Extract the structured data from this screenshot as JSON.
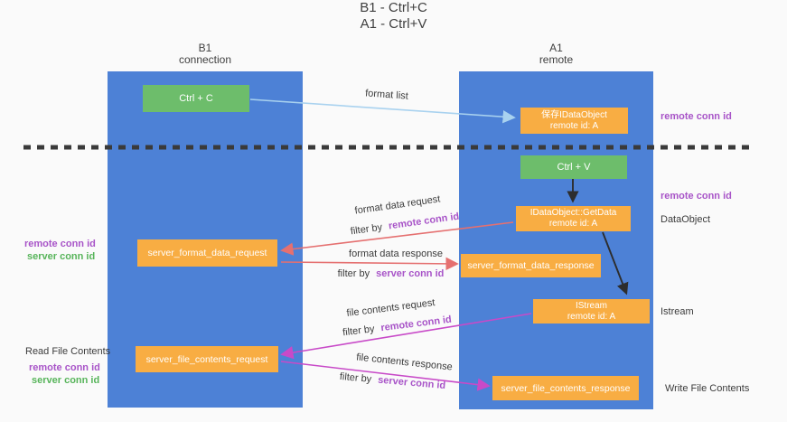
{
  "title": {
    "line1": "B1 - Ctrl+C",
    "line2": "A1 - Ctrl+V"
  },
  "columns": {
    "left": {
      "name": "B1",
      "role": "connection"
    },
    "right": {
      "name": "A1",
      "role": "remote"
    }
  },
  "nodes": {
    "ctrl_c": {
      "label": "Ctrl + C"
    },
    "ctrl_v": {
      "label": "Ctrl + V"
    },
    "save_dataobject": {
      "line1": "保存IDataObject",
      "line2": "remote id: A"
    },
    "getdata": {
      "line1": "IDataObject::GetData",
      "line2": "remote id: A"
    },
    "istream": {
      "line1": "IStream",
      "line2": "remote id: A"
    },
    "format_request": {
      "label": "server_format_data_request"
    },
    "format_response": {
      "label": "server_format_data_response"
    },
    "file_request": {
      "label": "server_file_contents_request"
    },
    "file_response": {
      "label": "server_file_contents_response"
    }
  },
  "arrow_labels": {
    "format_list": "format list",
    "format_data_request": "format data request",
    "format_data_response": "format data response",
    "file_contents_request": "file contents request",
    "file_contents_response": "file contents response",
    "filter_by": "filter by",
    "remote_conn_id": "remote conn id",
    "server_conn_id": "server conn id"
  },
  "side_labels": {
    "remote_conn_id_top": "remote conn id",
    "remote_conn_id_mid": "remote conn id",
    "dataobject": "DataObject",
    "istream": "Istream",
    "remote_conn_id_left": "remote conn id",
    "server_conn_id_left": "server conn id",
    "read_file_contents": "Read File Contents",
    "remote_conn_id_bottom": "remote conn id",
    "server_conn_id_bottom": "server conn id",
    "write_file_contents": "Write File Contents"
  },
  "colors": {
    "column_blue": "#4d81d6",
    "box_green": "#6dbd6b",
    "box_orange": "#f8ad43",
    "purple": "#a854c8",
    "green_text": "#57b45a",
    "arrow_red": "#e57070",
    "arrow_magenta": "#c84ac8",
    "arrow_blue": "#a9d2ef",
    "arrow_black": "#2d2d2d"
  }
}
